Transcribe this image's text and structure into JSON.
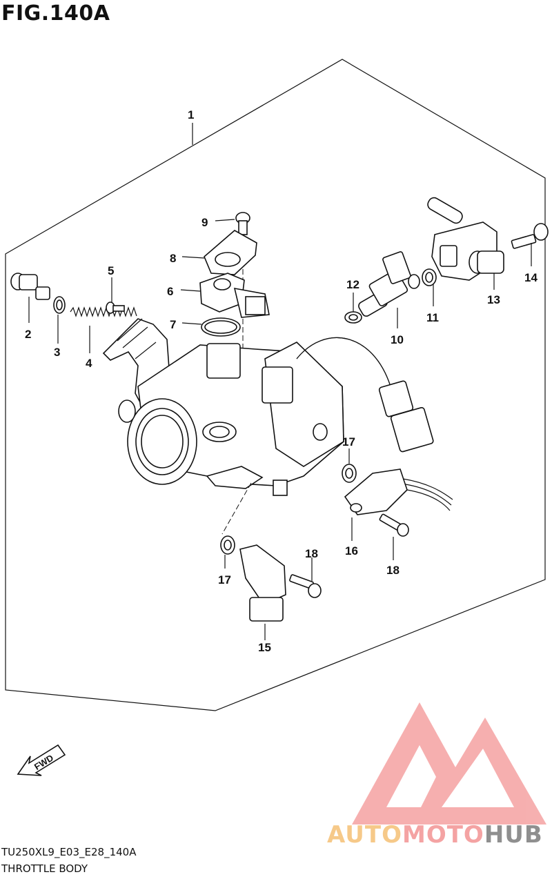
{
  "figure": {
    "title": "FIG.140A"
  },
  "footer": {
    "code": "TU250XL9_E03_E28_140A",
    "name": "THROTTLE BODY"
  },
  "watermark": {
    "part1": "AUTO",
    "part2": "MOTO",
    "part3": "HUB",
    "colors": {
      "auto": "#f6c989",
      "moto": "#f4a3a3",
      "hub": "#8f8f8f",
      "logo": "#f39595"
    }
  },
  "fwd_label": "FWD",
  "callouts": {
    "c1": "1",
    "c2": "2",
    "c3": "3",
    "c4": "4",
    "c5": "5",
    "c6": "6",
    "c7": "7",
    "c8": "8",
    "c9": "9",
    "c10": "10",
    "c11": "11",
    "c12": "12",
    "c13": "13",
    "c14": "14",
    "c15": "15",
    "c16": "16",
    "c17a": "17",
    "c17b": "17",
    "c18a": "18",
    "c18b": "18"
  }
}
